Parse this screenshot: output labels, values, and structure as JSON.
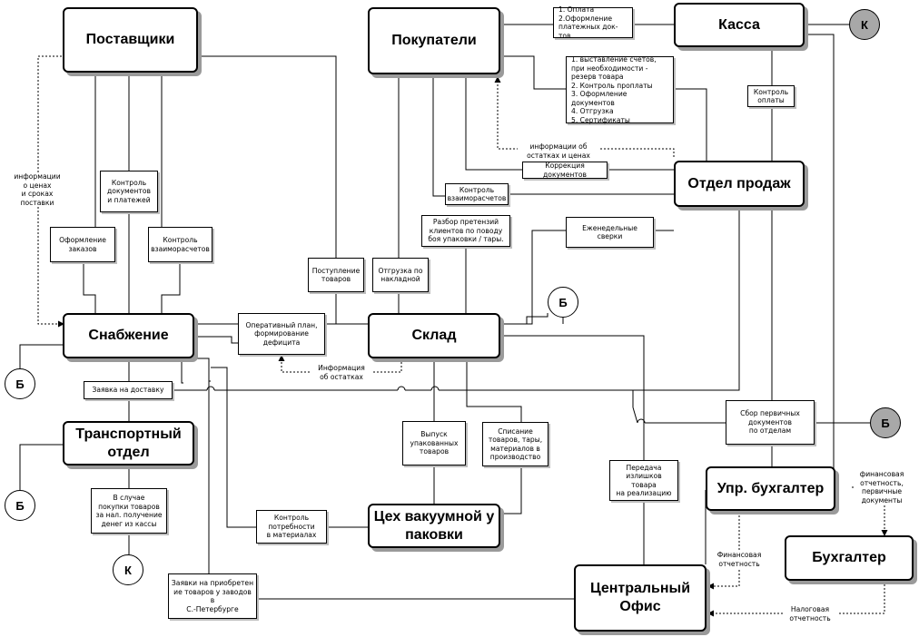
{
  "nodes": {
    "suppliers": "Поставщики",
    "buyers": "Покупатели",
    "cashdesk": "Касса",
    "sales": "Отдел продаж",
    "supply": "Снабжение",
    "warehouse": "Склад",
    "transport": "Транспортный\nотдел",
    "vacuum": "Цех вакуумной у\nпаковки",
    "chief_accountant": "Упр. бухгалтер",
    "accountant": "Бухгалтер",
    "central_office": "Центральный\nОфис"
  },
  "notes": {
    "payment": "1. Оплата\n2.Оформление\nплатежных док-тов",
    "sales_tasks": "1. выставление счетов,\nпри необходимости -\nрезерв товара\n2. Контроль проплаты\n3. Оформление документов\n4. Отгрузка\n5. Сертификаты",
    "payment_control": "Контроль\nоплаты",
    "doc_correction": "Коррекция документов",
    "settlement_control_buyers": "Контроль\nвзаиморасчетов",
    "claims": "Разбор претензий\nклиентов по поводу\nбоя упаковки / тары.",
    "weekly_reconciliation": "Еженедельные\nсверки",
    "order_placement": "Оформление\nзаказов",
    "doc_payment_control": "Контроль\nдокументов\nи платежей",
    "settlement_control_suppliers": "Контроль\nвзаиморасчетов",
    "goods_receipt": "Поступление\nтоваров",
    "shipment_invoice": "Отгрузка по\nнакладной",
    "operational_plan": "Оперативный план,\nформирование\nдефицита",
    "delivery_request": "Заявка на доставку",
    "packed_goods_release": "Выпуск\nупакованных\nтоваров",
    "write_off": "Списание\nтоваров, тары,\nматериалов в\nпроизводство",
    "cash_purchase": "В случае\nпокупки товаров\nза нал. получение\nденег из кассы",
    "material_needs": "Контроль\nпотребности\nв материалах",
    "surplus_transfer": "Передача\nизлишков\nтовара\nна реализацию",
    "primary_docs": "Сбор первичных\nдокументов\nпо отделам",
    "spb_purchase_requests": "Заявки на приобретен\nие товаров у заводов в\nС.-Петербурге"
  },
  "labels": {
    "supplier_info": "информации\nо ценах\nи сроках\nпоставки",
    "stock_price_info": "информации об\nостатках и ценах",
    "stock_info": "Информация\nоб остатках",
    "financial_reporting_in": "финансовая\nотчетность,\nпервичные\nдокументы",
    "financial_reporting": "Финансовая\nотчетность",
    "tax_reporting": "Налоговая\nотчетность"
  },
  "connectors": {
    "k_top": "К",
    "k_bottom": "К",
    "b_left1": "Б",
    "b_left2": "Б",
    "b_mid": "Б",
    "b_right": "Б"
  }
}
